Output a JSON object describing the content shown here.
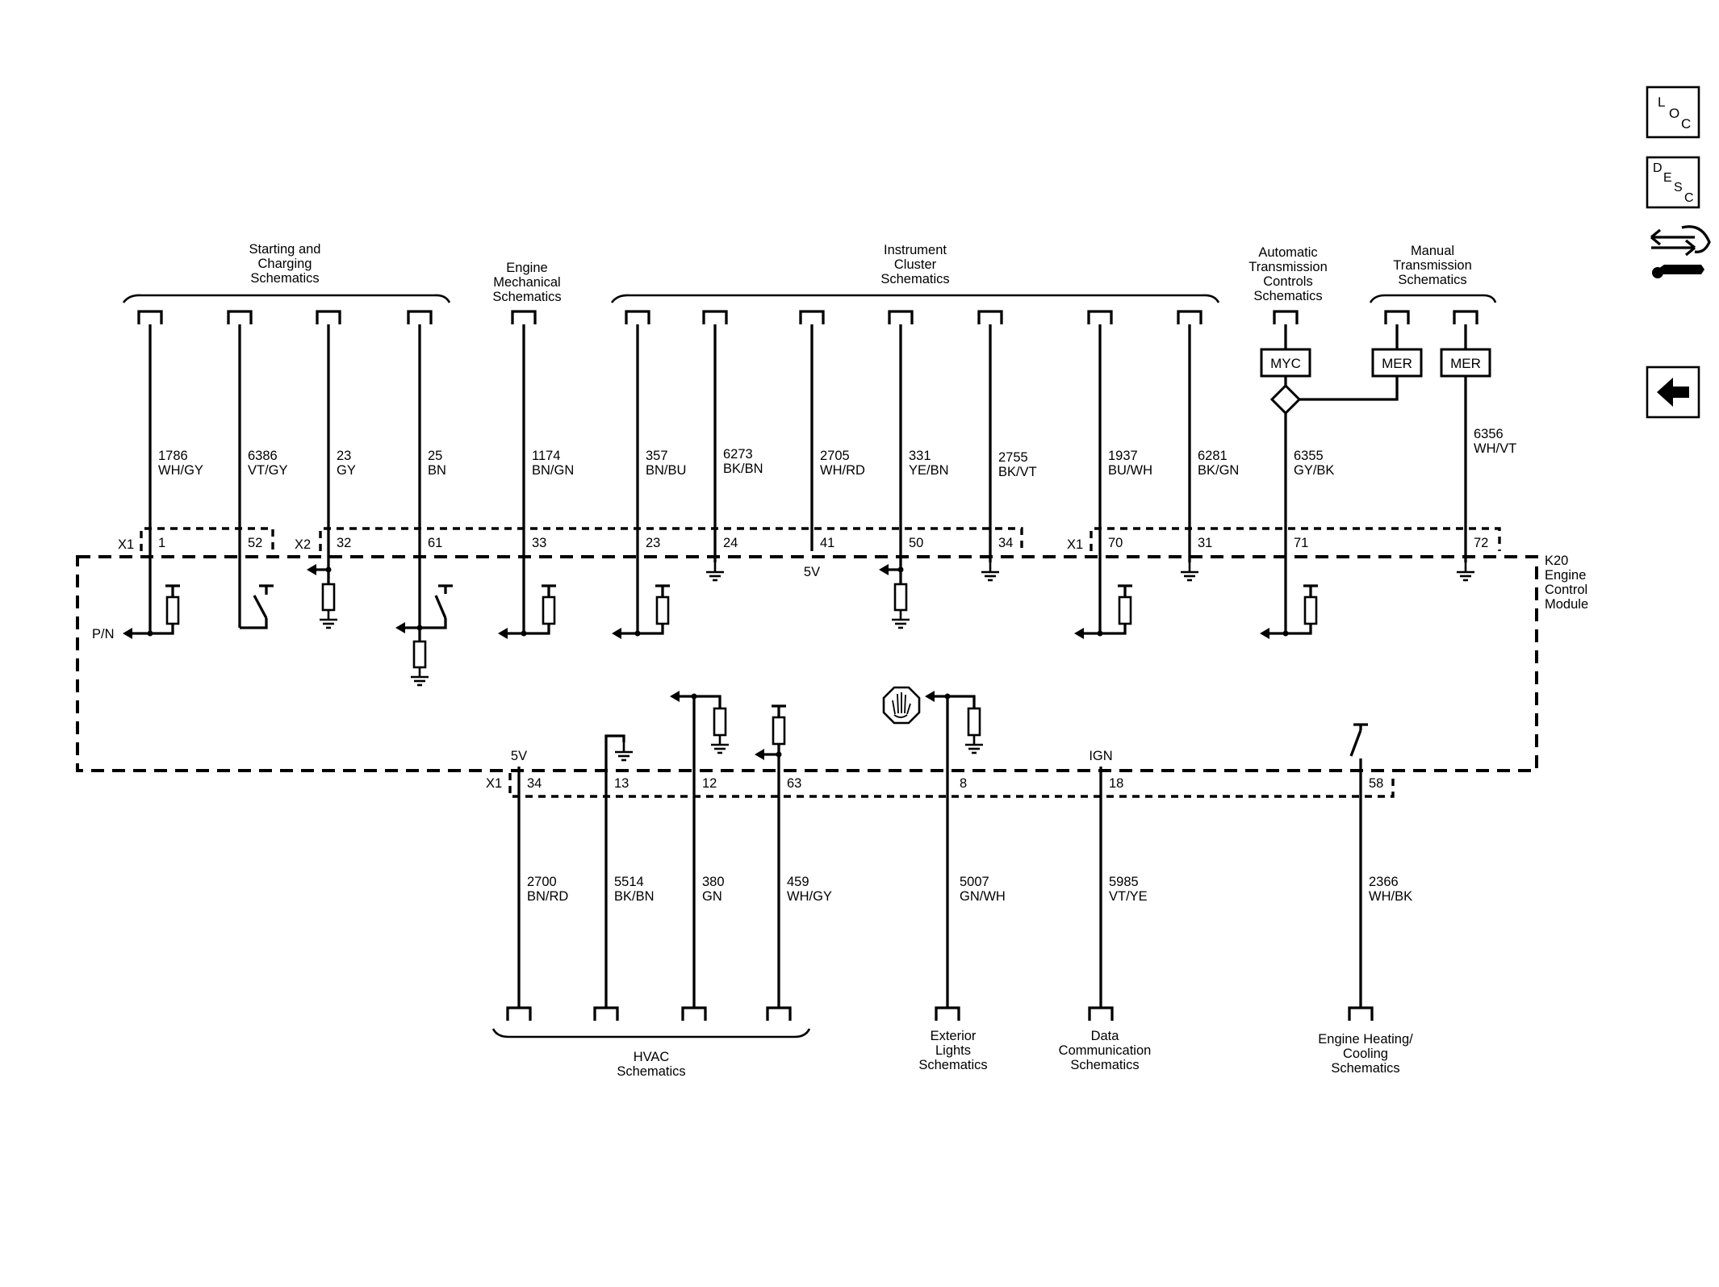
{
  "module": {
    "ref": "K20",
    "name_lines": [
      "Engine",
      "Control",
      "Module"
    ]
  },
  "nav": {
    "loc_letters": [
      "L",
      "O",
      "C"
    ],
    "desc_letters": [
      "D",
      "E",
      "S",
      "C"
    ]
  },
  "destinations": {
    "starting_charging": [
      "Starting and",
      "Charging",
      "Schematics"
    ],
    "engine_mechanical": [
      "Engine",
      "Mechanical",
      "Schematics"
    ],
    "instrument_cluster": [
      "Instrument",
      "Cluster",
      "Schematics"
    ],
    "automatic_trans": [
      "Automatic",
      "Transmission",
      "Controls",
      "Schematics"
    ],
    "manual_trans": [
      "Manual",
      "Transmission",
      "Schematics"
    ],
    "hvac": [
      "HVAC",
      "Schematics"
    ],
    "exterior_lights": [
      "Exterior",
      "Lights",
      "Schematics"
    ],
    "data_comm": [
      "Data",
      "Communication",
      "Schematics"
    ],
    "engine_heating": [
      "Engine Heating/",
      "Cooling",
      "Schematics"
    ]
  },
  "connectors_top": [
    "X1",
    "X2",
    "X1"
  ],
  "connector_bottom": "X1",
  "option_codes": [
    "MYC",
    "MER",
    "MER"
  ],
  "voltage_labels": {
    "top_5v": "5V",
    "bottom_5v": "5V",
    "ign": "IGN",
    "pn": "P/N"
  },
  "top_circuits": [
    {
      "circuit": "1786",
      "color": "WH/GY",
      "pin": "1"
    },
    {
      "circuit": "6386",
      "color": "VT/GY",
      "pin": "52"
    },
    {
      "circuit": "23",
      "color": "GY",
      "pin": "32"
    },
    {
      "circuit": "25",
      "color": "BN",
      "pin": "61"
    },
    {
      "circuit": "1174",
      "color": "BN/GN",
      "pin": "33"
    },
    {
      "circuit": "357",
      "color": "BN/BU",
      "pin": "23"
    },
    {
      "circuit": "6273",
      "color": "BK/BN",
      "pin": "24"
    },
    {
      "circuit": "2705",
      "color": "WH/RD",
      "pin": "41"
    },
    {
      "circuit": "331",
      "color": "YE/BN",
      "pin": "50"
    },
    {
      "circuit": "2755",
      "color": "BK/VT",
      "pin": "34"
    },
    {
      "circuit": "1937",
      "color": "BU/WH",
      "pin": "70"
    },
    {
      "circuit": "6281",
      "color": "BK/GN",
      "pin": "31"
    },
    {
      "circuit": "6355",
      "color": "GY/BK",
      "pin": "71"
    },
    {
      "circuit": "6356",
      "color": "WH/VT",
      "pin": "72"
    }
  ],
  "bottom_circuits": [
    {
      "circuit": "2700",
      "color": "BN/RD",
      "pin": "34"
    },
    {
      "circuit": "5514",
      "color": "BK/BN",
      "pin": "13"
    },
    {
      "circuit": "380",
      "color": "GN",
      "pin": "12"
    },
    {
      "circuit": "459",
      "color": "WH/GY",
      "pin": "63"
    },
    {
      "circuit": "5007",
      "color": "GN/WH",
      "pin": "8"
    },
    {
      "circuit": "5985",
      "color": "VT/YE",
      "pin": "18"
    },
    {
      "circuit": "2366",
      "color": "WH/BK",
      "pin": "58"
    }
  ]
}
